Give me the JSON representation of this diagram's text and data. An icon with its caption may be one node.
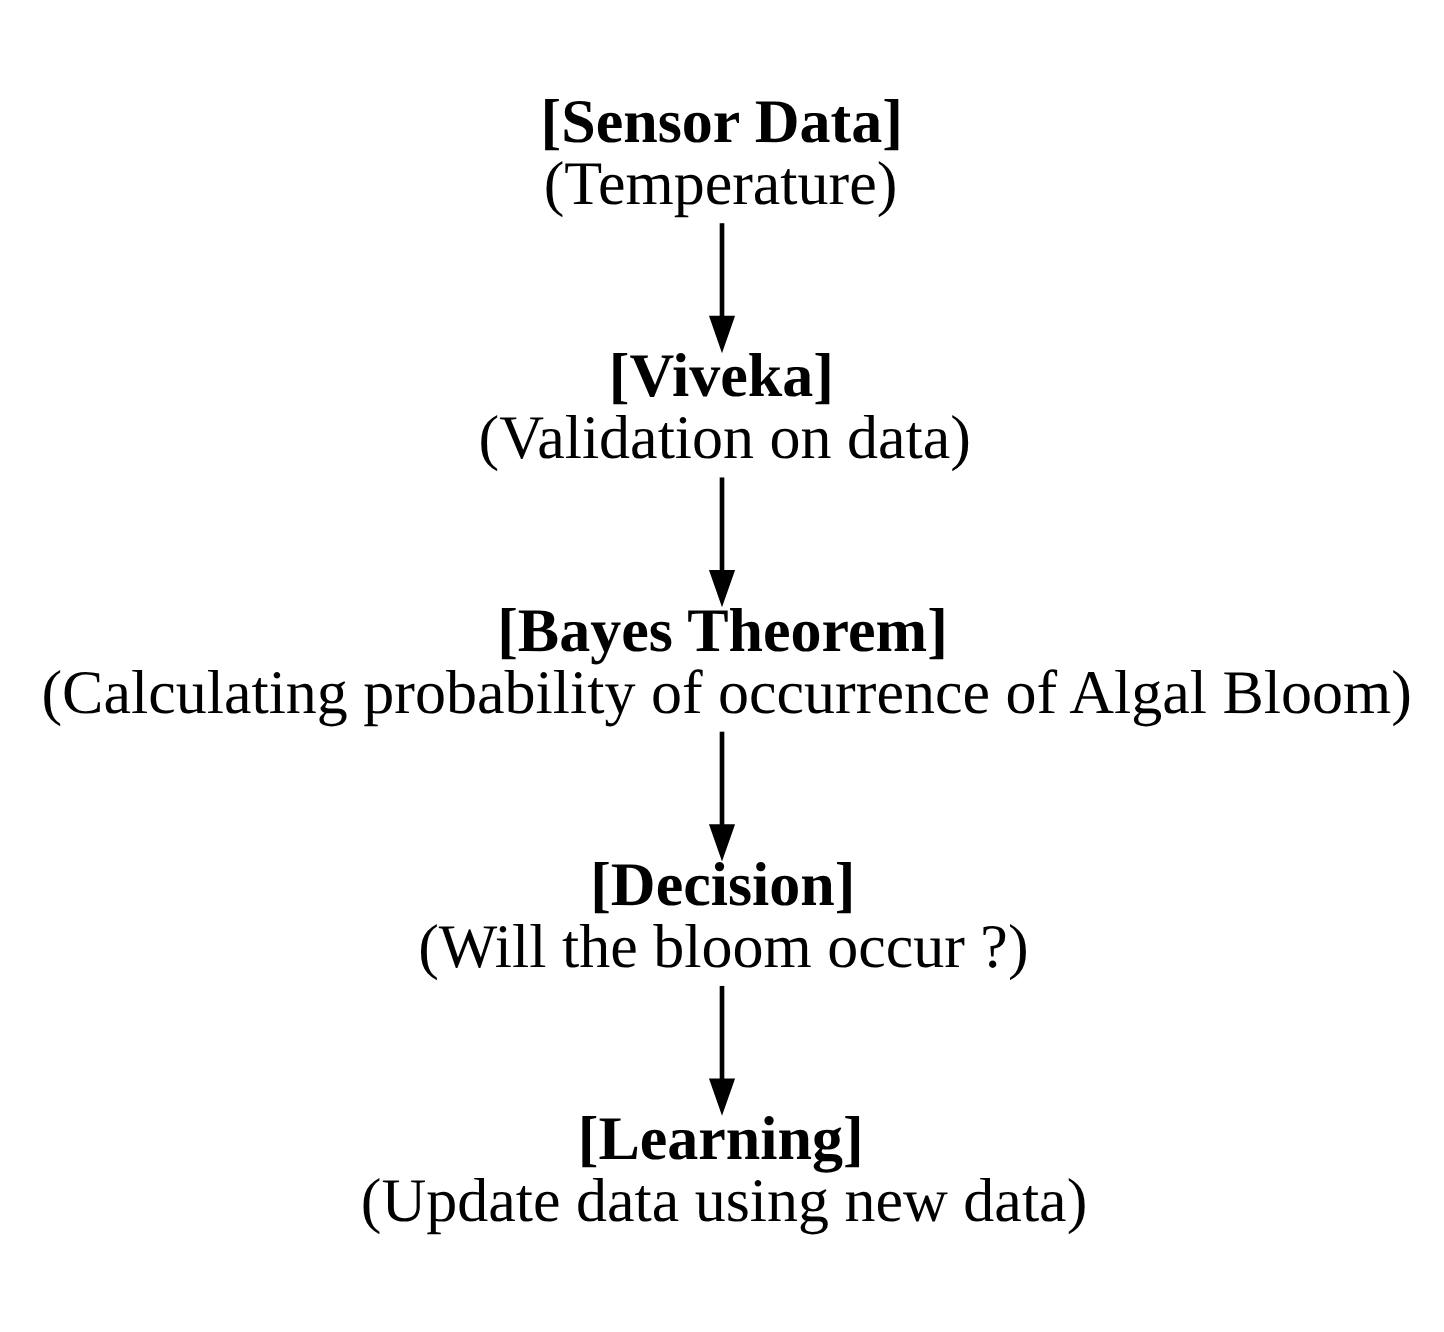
{
  "diagram": {
    "nodes": [
      {
        "text": [
          "[Sensor Data]",
          "(Temperature)"
        ]
      },
      {
        "text": [
          "[Viveka]",
          "(Validation on data)"
        ]
      },
      {
        "text": [
          "[Bayes Theorem]",
          "(Calculating probability of occurrence of Algal Bloom)"
        ]
      },
      {
        "text": [
          "[Decision]",
          "(Will the bloom occur ?)"
        ]
      },
      {
        "text": [
          "[Learning]",
          "(Update data using new data)"
        ]
      }
    ],
    "edges": [
      {
        "from": 0,
        "to": 1,
        "arrow": "to"
      },
      {
        "from": 1,
        "to": 2,
        "arrow": "to"
      },
      {
        "from": 2,
        "to": 3,
        "arrow": "to"
      },
      {
        "from": 3,
        "to": 4,
        "arrow": "to"
      }
    ]
  }
}
